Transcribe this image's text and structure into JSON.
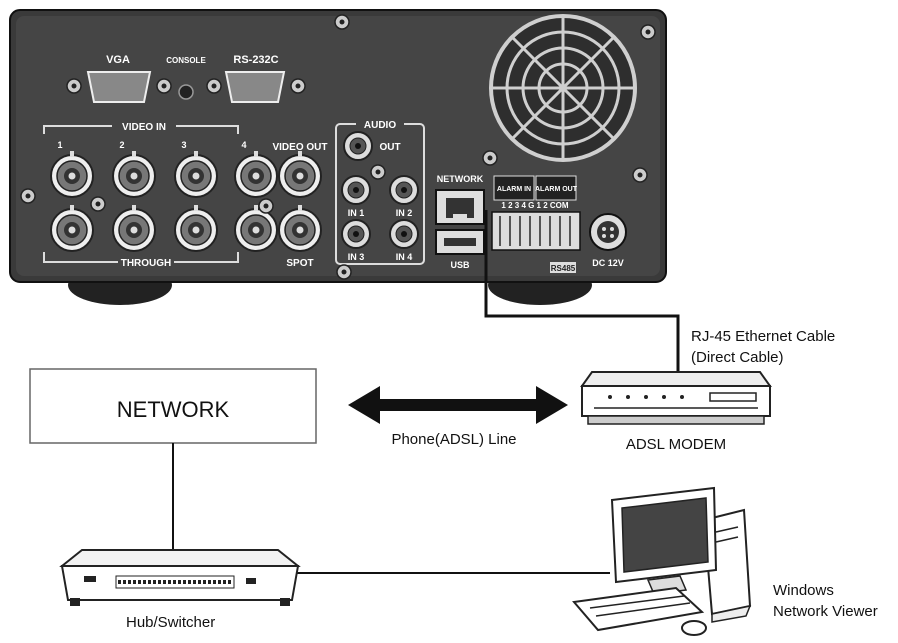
{
  "dvr": {
    "ports": {
      "vga": "VGA",
      "console": "CONSOLE",
      "rs232c": "RS-232C",
      "video_in": "VIDEO IN",
      "video_in_numbers": [
        "1",
        "2",
        "3",
        "4"
      ],
      "video_out": "VIDEO OUT",
      "through": "THROUGH",
      "spot": "SPOT",
      "audio": "AUDIO",
      "audio_out": "OUT",
      "audio_in": [
        "IN 1",
        "IN 2",
        "IN 3",
        "IN 4"
      ],
      "network": "NETWORK",
      "usb": "USB",
      "alarm_in": "ALARM IN",
      "alarm_out": "ALARM OUT",
      "alarm_pins": "1 2 3 4 G 1 2 COM",
      "rs485": "RS485",
      "dc": "DC 12V"
    }
  },
  "labels": {
    "network_box": "NETWORK",
    "phone_line": "Phone(ADSL) Line",
    "cable_line1": "RJ-45 Ethernet Cable",
    "cable_line2": "(Direct Cable)",
    "modem": "ADSL MODEM",
    "hub": "Hub/Switcher",
    "viewer_line1": "Windows",
    "viewer_line2": "Network Viewer"
  }
}
